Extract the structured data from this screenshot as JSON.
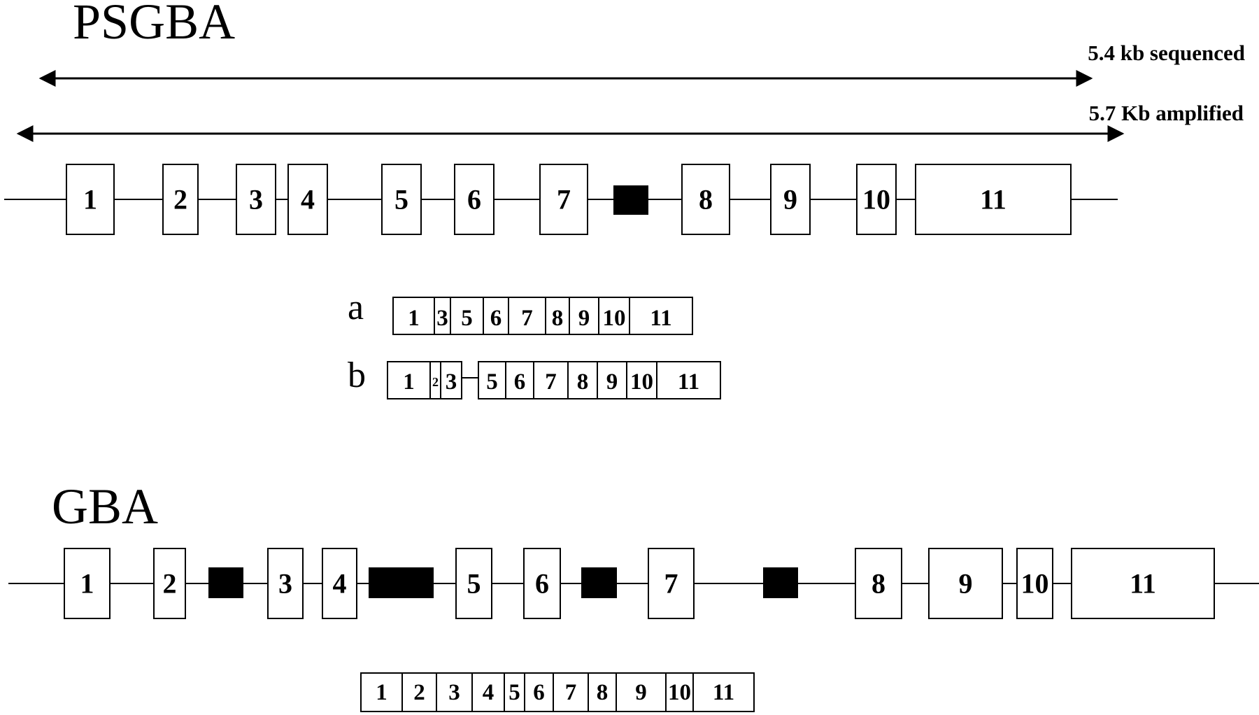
{
  "psgba": {
    "title": "PSGBA",
    "sequenced_label": "5.4 kb sequenced",
    "amplified_label": "5.7 Kb amplified",
    "gene_exons": [
      "1",
      "2",
      "3",
      "4",
      "5",
      "6",
      "7",
      "8",
      "9",
      "10",
      "11"
    ],
    "transcript_a": {
      "label": "a",
      "exons": [
        "1",
        "3",
        "5",
        "6",
        "7",
        "8",
        "9",
        "10",
        "11"
      ]
    },
    "transcript_b": {
      "label": "b",
      "exons": [
        "1",
        "2",
        "3",
        "5",
        "6",
        "7",
        "8",
        "9",
        "10",
        "11"
      ]
    }
  },
  "gba": {
    "title": "GBA",
    "gene_exons": [
      "1",
      "2",
      "3",
      "4",
      "5",
      "6",
      "7",
      "8",
      "9",
      "10",
      "11"
    ],
    "transcript": {
      "exons": [
        "1",
        "2",
        "3",
        "4",
        "5",
        "6",
        "7",
        "8",
        "9",
        "10",
        "11"
      ]
    }
  }
}
